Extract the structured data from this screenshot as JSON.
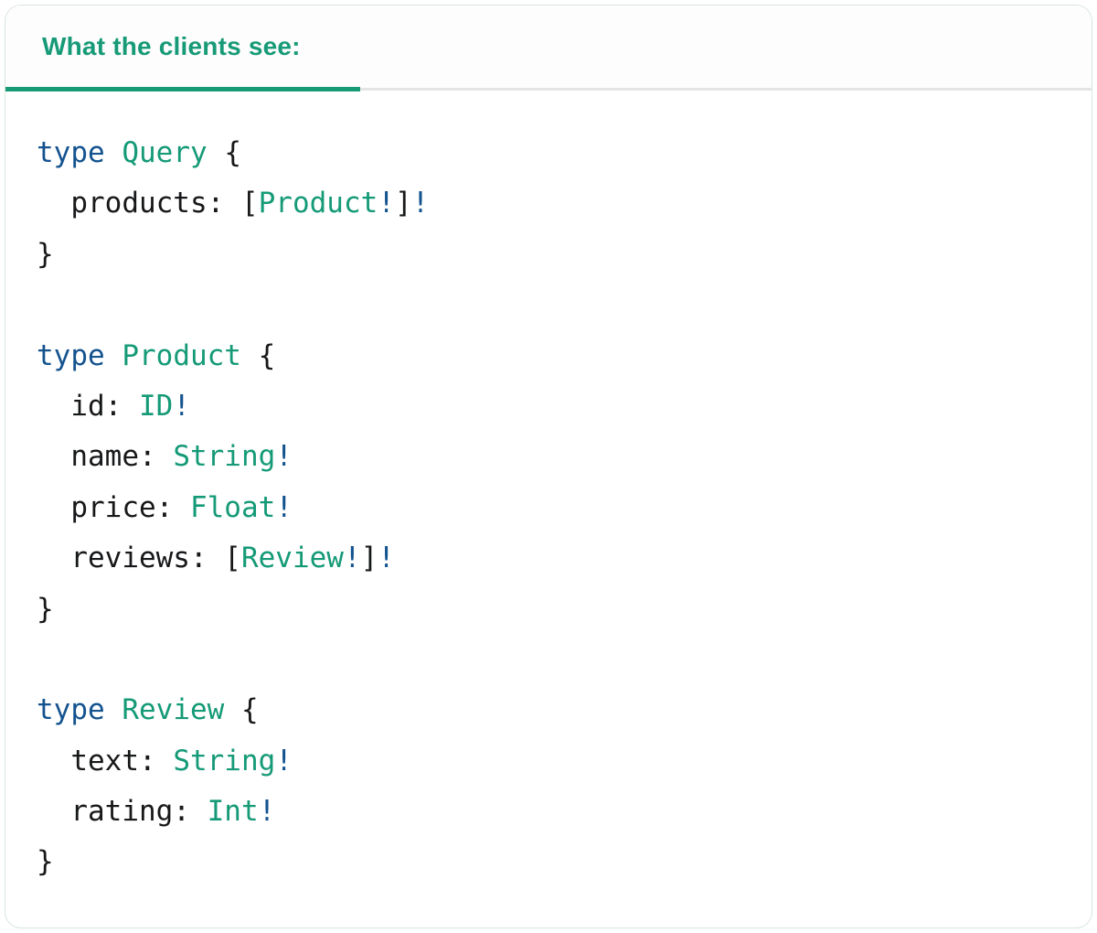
{
  "tab": {
    "label": "What the clients see:"
  },
  "colors": {
    "accent": "#179a77",
    "keyword": "#14538f",
    "typename": "#159a77",
    "bang": "#14538f",
    "plain": "#17181a",
    "divider": "#e4e4e4",
    "card-border": "#d9e6dc",
    "tabbar-bg": "#fdfdfd"
  },
  "code": {
    "language": "graphql",
    "lines": [
      [
        [
          "kw",
          "type"
        ],
        [
          "pl",
          " "
        ],
        [
          "tn",
          "Query"
        ],
        [
          "pl",
          " {"
        ]
      ],
      [
        [
          "pl",
          "  products: ["
        ],
        [
          "tn",
          "Product"
        ],
        [
          "bang",
          "!"
        ],
        [
          "pl",
          "]"
        ],
        [
          "bang",
          "!"
        ]
      ],
      [
        [
          "pl",
          "}"
        ]
      ],
      [],
      [
        [
          "kw",
          "type"
        ],
        [
          "pl",
          " "
        ],
        [
          "tn",
          "Product"
        ],
        [
          "pl",
          " {"
        ]
      ],
      [
        [
          "pl",
          "  id: "
        ],
        [
          "tn",
          "ID"
        ],
        [
          "bang",
          "!"
        ]
      ],
      [
        [
          "pl",
          "  name: "
        ],
        [
          "tn",
          "String"
        ],
        [
          "bang",
          "!"
        ]
      ],
      [
        [
          "pl",
          "  price: "
        ],
        [
          "tn",
          "Float"
        ],
        [
          "bang",
          "!"
        ]
      ],
      [
        [
          "pl",
          "  reviews: ["
        ],
        [
          "tn",
          "Review"
        ],
        [
          "bang",
          "!"
        ],
        [
          "pl",
          "]"
        ],
        [
          "bang",
          "!"
        ]
      ],
      [
        [
          "pl",
          "}"
        ]
      ],
      [],
      [
        [
          "kw",
          "type"
        ],
        [
          "pl",
          " "
        ],
        [
          "tn",
          "Review"
        ],
        [
          "pl",
          " {"
        ]
      ],
      [
        [
          "pl",
          "  text: "
        ],
        [
          "tn",
          "String"
        ],
        [
          "bang",
          "!"
        ]
      ],
      [
        [
          "pl",
          "  rating: "
        ],
        [
          "tn",
          "Int"
        ],
        [
          "bang",
          "!"
        ]
      ],
      [
        [
          "pl",
          "}"
        ]
      ]
    ]
  }
}
